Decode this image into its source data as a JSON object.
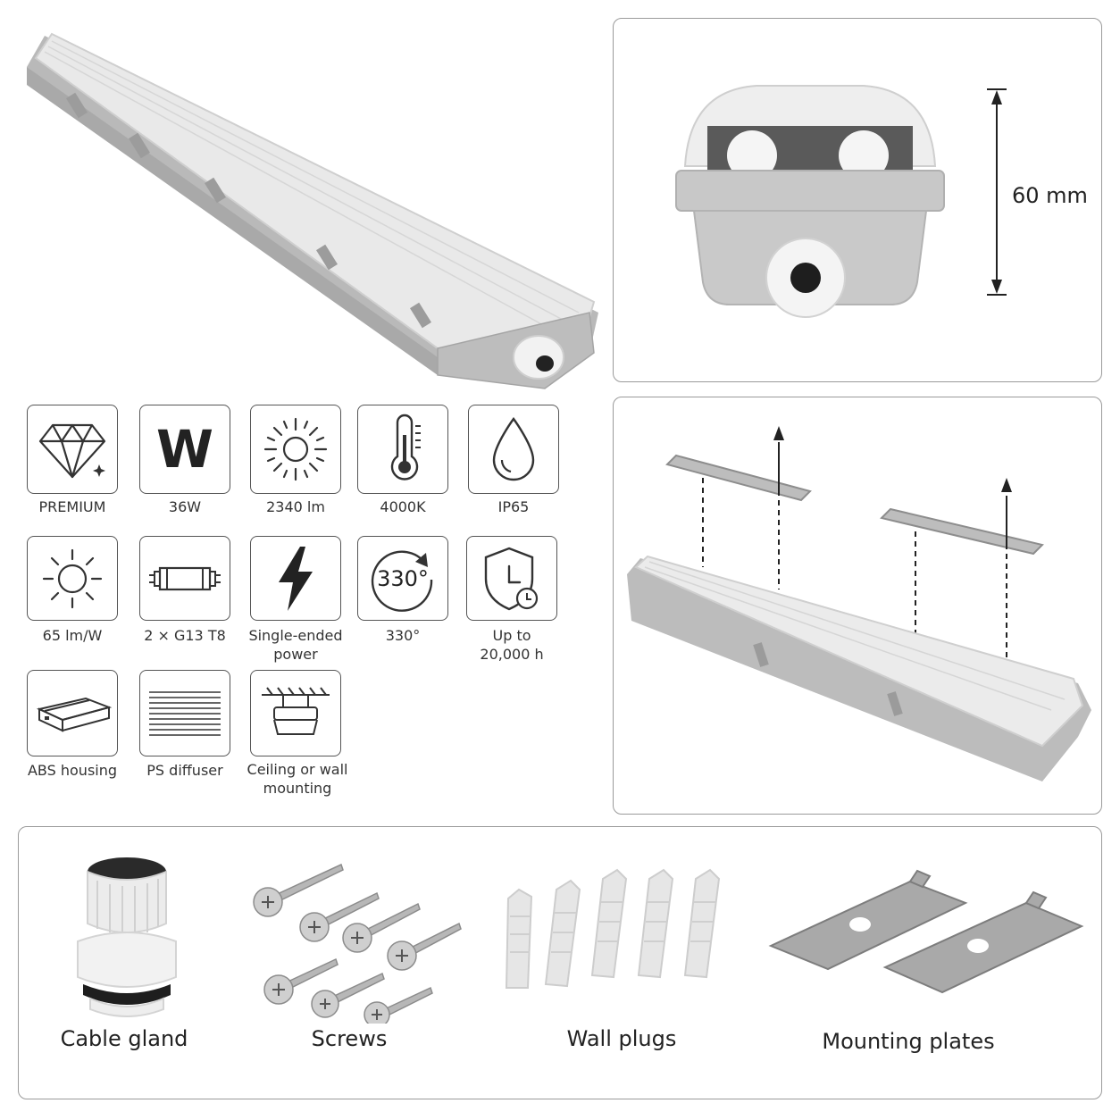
{
  "features": [
    {
      "icon": "diamond-icon",
      "label": "PREMIUM"
    },
    {
      "icon": "watt-icon",
      "label": "36W",
      "glyph": "W"
    },
    {
      "icon": "sun-icon",
      "label": "2340 lm"
    },
    {
      "icon": "thermometer-icon",
      "label": "4000K"
    },
    {
      "icon": "water-drop-icon",
      "label": "IP65"
    },
    {
      "icon": "sun-outline-icon",
      "label": "65 lm/W"
    },
    {
      "icon": "tube-icon",
      "label": "2 × G13 T8"
    },
    {
      "icon": "lightning-icon",
      "label": "Single-ended\npower"
    },
    {
      "icon": "rotation-icon",
      "label": "330°",
      "glyph": "330°"
    },
    {
      "icon": "shield-clock-icon",
      "label": "Up to\n20,000 h"
    },
    {
      "icon": "housing-icon",
      "label": "ABS housing"
    },
    {
      "icon": "diffuser-icon",
      "label": "PS diffuser"
    },
    {
      "icon": "ceiling-mount-icon",
      "label": "Ceiling or wall\nmounting"
    }
  ],
  "dimension": {
    "label": "60 mm"
  },
  "accessories": [
    {
      "label": "Cable gland"
    },
    {
      "label": "Screws"
    },
    {
      "label": "Wall plugs"
    },
    {
      "label": "Mounting plates"
    }
  ],
  "colors": {
    "housing": "#c4c4c4",
    "diffuser": "#e8e8e8",
    "border": "#9a9a9a",
    "icon": "#333333"
  }
}
